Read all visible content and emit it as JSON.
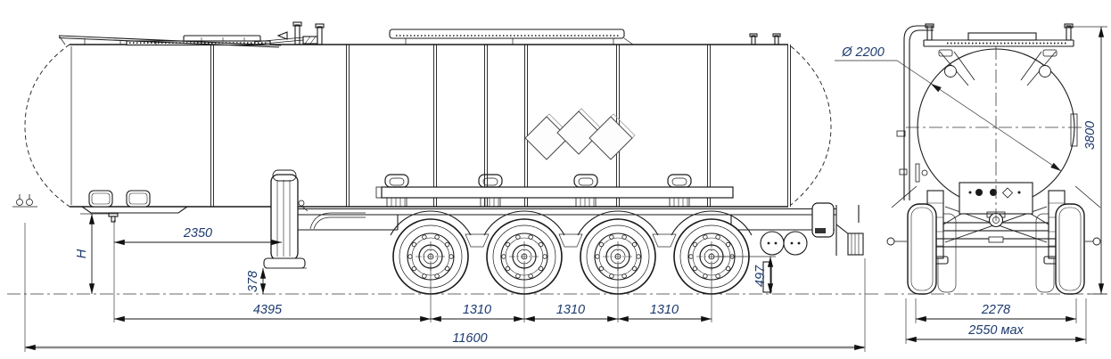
{
  "drawing": {
    "subject": "tank semi-trailer two-view dimensional engineering drawing",
    "colors": {
      "line": "#1a1a1a",
      "dimension_text": "#1c3a6e",
      "ground_line": "#3a3a3a",
      "overall_dim_line": "#8a8a8a"
    },
    "side_view": {
      "dims": {
        "kingpin_to_landing_gear": "2350",
        "fifth_wheel_height": "H",
        "landing_gear_ground_clearance": "378",
        "kingpin_to_first_axle": "4395",
        "axle_spacing_1": "1310",
        "axle_spacing_2": "1310",
        "axle_spacing_3": "1310",
        "axle_center_to_ground": "497",
        "overall_length": "11600"
      }
    },
    "rear_view": {
      "dims": {
        "tank_diameter": "Ø 2200",
        "overall_height": "3800",
        "track_width": "2278",
        "overall_width": "2550 мах"
      }
    }
  }
}
